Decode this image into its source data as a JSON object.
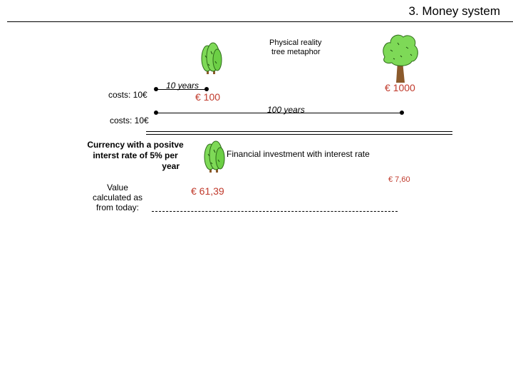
{
  "header": {
    "title": "3. Money system"
  },
  "physical": {
    "caption_line1": "Physical reality",
    "caption_line2": "tree metaphor",
    "costs_short": "costs: 10€",
    "years_short": "10 years",
    "value_short": "€ 100",
    "value_long": "€ 1000",
    "costs_long": "costs: 10€",
    "years_long": "100 years"
  },
  "financial": {
    "currency_line1": "Currency with a positve",
    "currency_line2": "interst rate of 5% per",
    "currency_line3": "year",
    "investment_label": "Financial investment with interest rate",
    "value_long": "€ 7,60",
    "value_line1": "Value",
    "value_line2": "calculated as",
    "value_line3": "from today:",
    "value_short": "€ 61,39"
  },
  "colors": {
    "tree_green": "#7ed957",
    "trunk_brown": "#8b5a2b",
    "euro_red": "#c0392b"
  }
}
